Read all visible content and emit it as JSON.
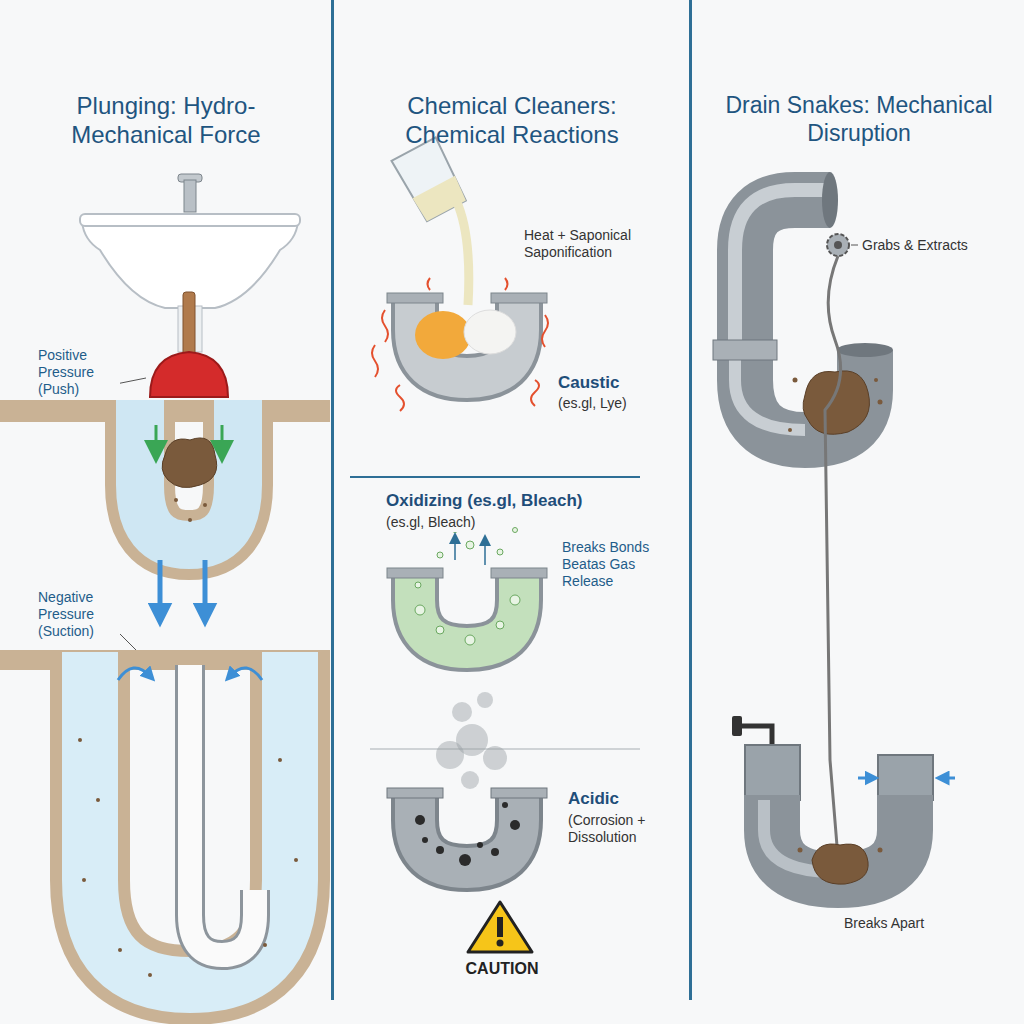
{
  "diagram": {
    "nodes": [
      {
        "text": [
          "Plunging: Hydro-Mechanical Force"
        ]
      },
      {
        "text": [
          "Chemical Cleaners: Chemical Reactions"
        ]
      },
      {
        "text": [
          "Drain Snakes: Mechanical Disruption"
        ]
      }
    ],
    "labels": [
      "Positive Pressure (Push)",
      "Negative Pressure (Suction)",
      "Heat + Saponical Saponification",
      "Caustic",
      "(es.gl, Lye)",
      "Oxidizing (es.gl, Bleach)",
      "(es.gl, Bleach)",
      "Breaks Bonds Beatas Gas Release",
      "Acidic",
      "(Corrosion + Dissolution",
      "CAUTION",
      "Grabs & Extracts",
      "Breaks Apart"
    ]
  }
}
